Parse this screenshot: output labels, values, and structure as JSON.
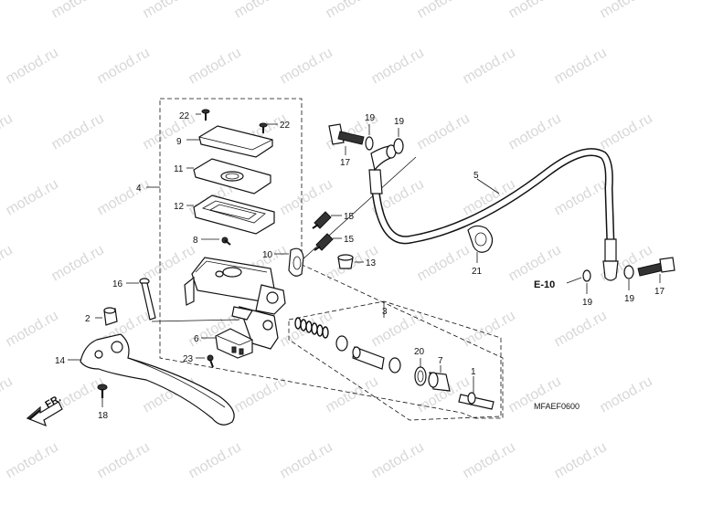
{
  "watermark": {
    "text": "motod.ru"
  },
  "diagram": {
    "reference_code": "MFAEF0600",
    "section_ref": "E-10",
    "direction_label": "FR.",
    "callouts": [
      {
        "id": "c-22a",
        "text": "22"
      },
      {
        "id": "c-22b",
        "text": "22"
      },
      {
        "id": "c-9",
        "text": "9"
      },
      {
        "id": "c-11",
        "text": "11"
      },
      {
        "id": "c-4",
        "text": "4"
      },
      {
        "id": "c-12",
        "text": "12"
      },
      {
        "id": "c-8",
        "text": "8"
      },
      {
        "id": "c-10",
        "text": "10"
      },
      {
        "id": "c-16",
        "text": "16"
      },
      {
        "id": "c-15a",
        "text": "15"
      },
      {
        "id": "c-15b",
        "text": "15"
      },
      {
        "id": "c-13",
        "text": "13"
      },
      {
        "id": "c-2",
        "text": "2"
      },
      {
        "id": "c-14",
        "text": "14"
      },
      {
        "id": "c-6",
        "text": "6"
      },
      {
        "id": "c-23",
        "text": "23"
      },
      {
        "id": "c-18",
        "text": "18"
      },
      {
        "id": "c-3",
        "text": "3"
      },
      {
        "id": "c-20",
        "text": "20"
      },
      {
        "id": "c-7",
        "text": "7"
      },
      {
        "id": "c-1",
        "text": "1"
      },
      {
        "id": "c-19a",
        "text": "19"
      },
      {
        "id": "c-19b",
        "text": "19"
      },
      {
        "id": "c-17a",
        "text": "17"
      },
      {
        "id": "c-5",
        "text": "5"
      },
      {
        "id": "c-21",
        "text": "21"
      },
      {
        "id": "c-19c",
        "text": "19"
      },
      {
        "id": "c-19d",
        "text": "19"
      },
      {
        "id": "c-17b",
        "text": "17"
      }
    ]
  }
}
